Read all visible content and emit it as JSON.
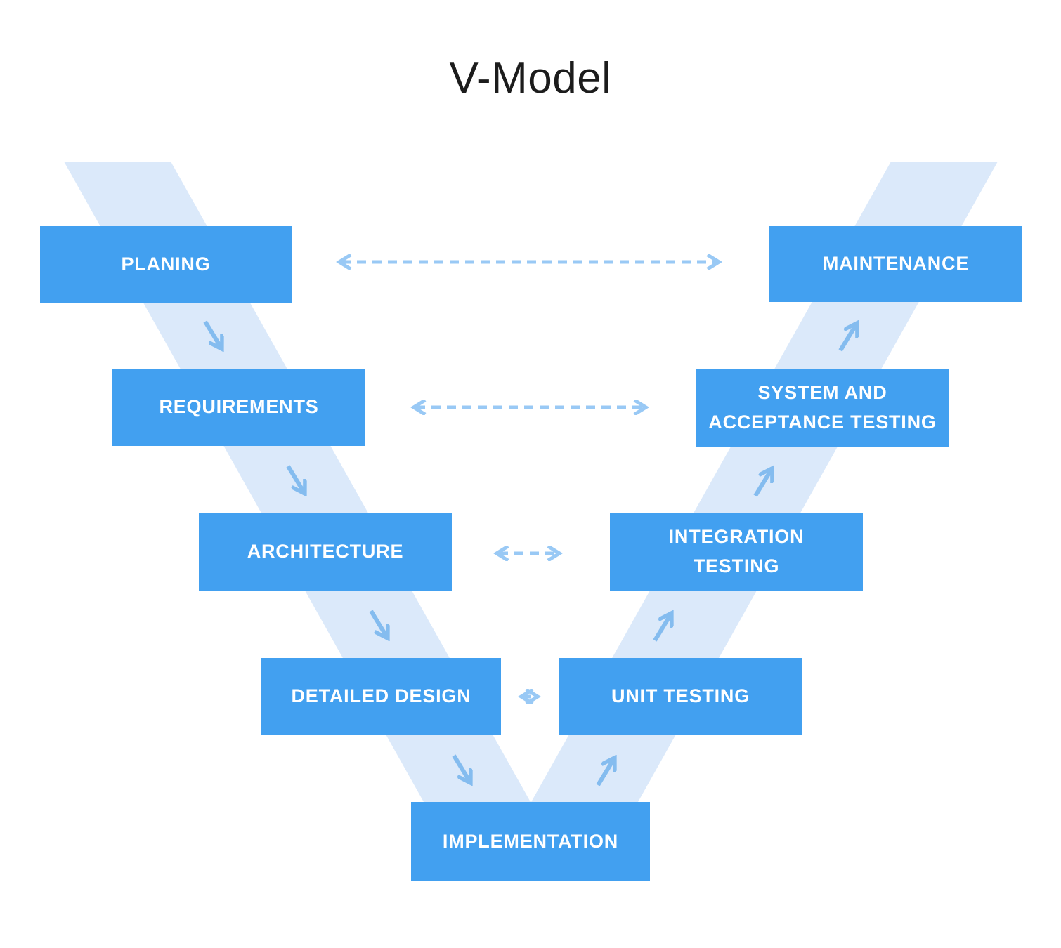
{
  "title": "V-Model",
  "colors": {
    "box_fill": "#42a0f0",
    "box_text": "#ffffff",
    "band_fill": "#dbe9fa",
    "solid_arrow": "#84bcef",
    "dashed_arrow": "#99c9f5",
    "title_text": "#1c1c1c",
    "background": "#ffffff"
  },
  "boxes": {
    "planing": "PLANING",
    "requirements": "REQUIREMENTS",
    "architecture": "ARCHITECTURE",
    "detailed_design": "DETAILED DESIGN",
    "implementation": "IMPLEMENTATION",
    "unit_testing": "UNIT TESTING",
    "integration_testing": "INTEGRATION\nTESTING",
    "system_acceptance_testing": "SYSTEM AND\nACCEPTANCE TESTING",
    "maintenance": "MAINTENANCE"
  },
  "links": {
    "dashed_bidirectional": [
      {
        "from": "PLANING",
        "to": "MAINTENANCE"
      },
      {
        "from": "REQUIREMENTS",
        "to": "SYSTEM AND ACCEPTANCE TESTING"
      },
      {
        "from": "ARCHITECTURE",
        "to": "INTEGRATION TESTING"
      },
      {
        "from": "DETAILED DESIGN",
        "to": "UNIT TESTING"
      }
    ],
    "flow": [
      {
        "from": "PLANING",
        "to": "REQUIREMENTS"
      },
      {
        "from": "REQUIREMENTS",
        "to": "ARCHITECTURE"
      },
      {
        "from": "ARCHITECTURE",
        "to": "DETAILED DESIGN"
      },
      {
        "from": "DETAILED DESIGN",
        "to": "IMPLEMENTATION"
      },
      {
        "from": "IMPLEMENTATION",
        "to": "UNIT TESTING"
      },
      {
        "from": "UNIT TESTING",
        "to": "INTEGRATION TESTING"
      },
      {
        "from": "INTEGRATION TESTING",
        "to": "SYSTEM AND ACCEPTANCE TESTING"
      },
      {
        "from": "SYSTEM AND ACCEPTANCE TESTING",
        "to": "MAINTENANCE"
      }
    ]
  }
}
